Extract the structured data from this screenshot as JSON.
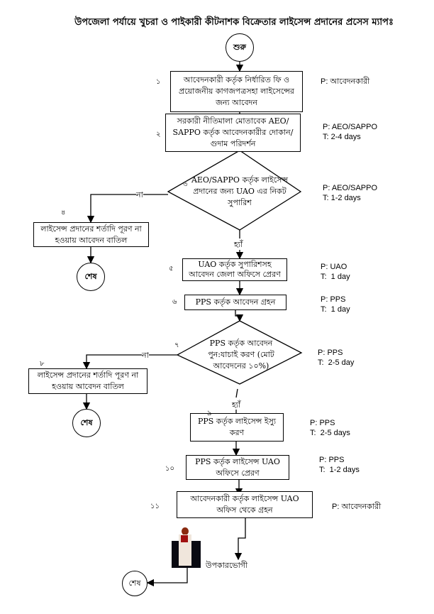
{
  "title": "উপজেলা পর্যায়ে খুচরা ও পাইকারী কীটনাশক বিক্রেতার লাইসেন্স প্রদানের প্রসেস ম্যাপঃ",
  "start": "শুরু",
  "end": "শেষ",
  "yes": "হ্যাঁ",
  "no": "না",
  "beneficiary": "উপকারভোগী",
  "steps": [
    {
      "num": "১",
      "text": "আবেদনকারী কর্তৃক নির্ধারিত ফি ও প্রয়োজনীয় কাগজপত্রসহা লাইসেন্সের জন্য আবেদন",
      "pt": "P: আবেদনকারী"
    },
    {
      "num": "২",
      "text": "সরকারী নীতিমালা মোতাবেক AEO/ SAPPO কর্তৃক আবেদনকারীর দোকান/ গুদাম পরিদর্শন",
      "pt": "P: AEO/SAPPO\nT: 2-4 days"
    },
    {
      "num": "৩",
      "text": "AEO/SAPPO কর্তৃক লাইসেন্স প্রদানের জন্য UAO এর নিকট সুপারিশ",
      "pt": "P: AEO/SAPPO\nT: 1-2 days"
    },
    {
      "num": "৪",
      "text": "লাইসেন্স প্রদানের শর্তাদি পূরণ না হওয়ায়  আবেদন বাতিল"
    },
    {
      "num": "৫",
      "text": "UAO কর্তৃক সুপারিশসহ আবেদন জেলা অফিসে প্রেরণ",
      "pt": "P: UAO\nT:  1 day"
    },
    {
      "num": "৬",
      "text": "PPS কর্তৃক আবেদন গ্রহন",
      "pt": "P: PPS\nT:  1 day"
    },
    {
      "num": "৭",
      "text": "PPS কর্তৃক আবেদন পুন:যাচাই করণ (মোট আবেদনের ১০%)",
      "pt": "P: PPS\nT:  2-5 day"
    },
    {
      "num": "৮",
      "text": "লাইসেন্স প্রদানের শর্তাদি পূরণ না হওয়ায়  আবেদন বাতিল"
    },
    {
      "num": "৯",
      "text": "PPS কর্তৃক লাইসেন্স ইস্যু করণ",
      "pt": "P: PPS\nT:  2-5 days"
    },
    {
      "num": "১০",
      "text": "PPS কর্তৃক লাইসেন্স UAO অফিসে প্রেরণ",
      "pt": "P: PPS\nT:  1-2 days"
    },
    {
      "num": "১১",
      "text": "আবেদনকারী কর্তৃক লাইসেন্স UAO অফিস থেকে গ্রহন",
      "pt": "P: আবেদনকারী"
    }
  ]
}
